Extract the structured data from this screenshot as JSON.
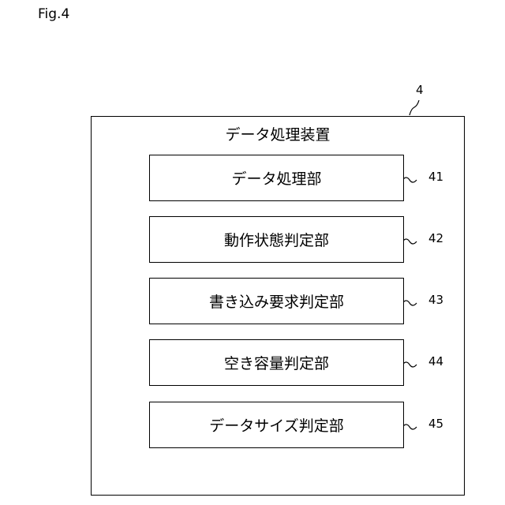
{
  "figure": {
    "label": "Fig.4"
  },
  "device": {
    "title": "データ処理装置",
    "ref": "4"
  },
  "units": [
    {
      "label": "データ処理部",
      "ref": "41"
    },
    {
      "label": "動作状態判定部",
      "ref": "42"
    },
    {
      "label": "書き込み要求判定部",
      "ref": "43"
    },
    {
      "label": "空き容量判定部",
      "ref": "44"
    },
    {
      "label": "データサイズ判定部",
      "ref": "45"
    }
  ]
}
